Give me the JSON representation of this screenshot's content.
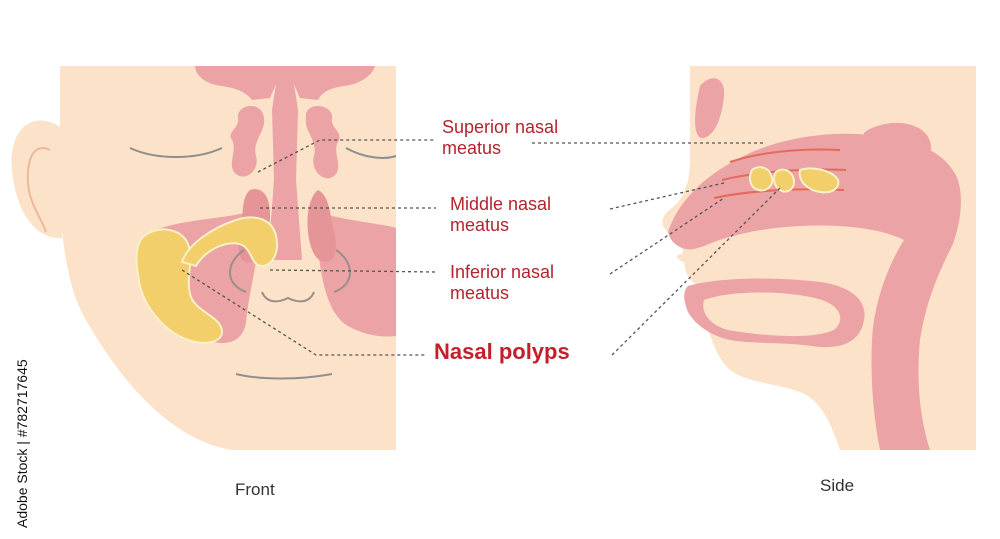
{
  "labels": {
    "superior": [
      "Superior nasal",
      "meatus"
    ],
    "middle": [
      "Middle nasal",
      "meatus"
    ],
    "inferior": [
      "Inferior nasal",
      "meatus"
    ],
    "polyps": "Nasal polyps"
  },
  "captions": {
    "front": "Front",
    "side": "Side"
  },
  "credit": "Adobe Stock | #782717645",
  "colors": {
    "skin": "#fce2c8",
    "tissue": "#eba3a5",
    "tissue_dark": "#e59498",
    "polyp": "#f2cf6a",
    "polyp_outline": "#f7f0c8",
    "label_red": "#b3242e",
    "leader": "#555555",
    "turbinate_lines": "#e46a5c"
  }
}
